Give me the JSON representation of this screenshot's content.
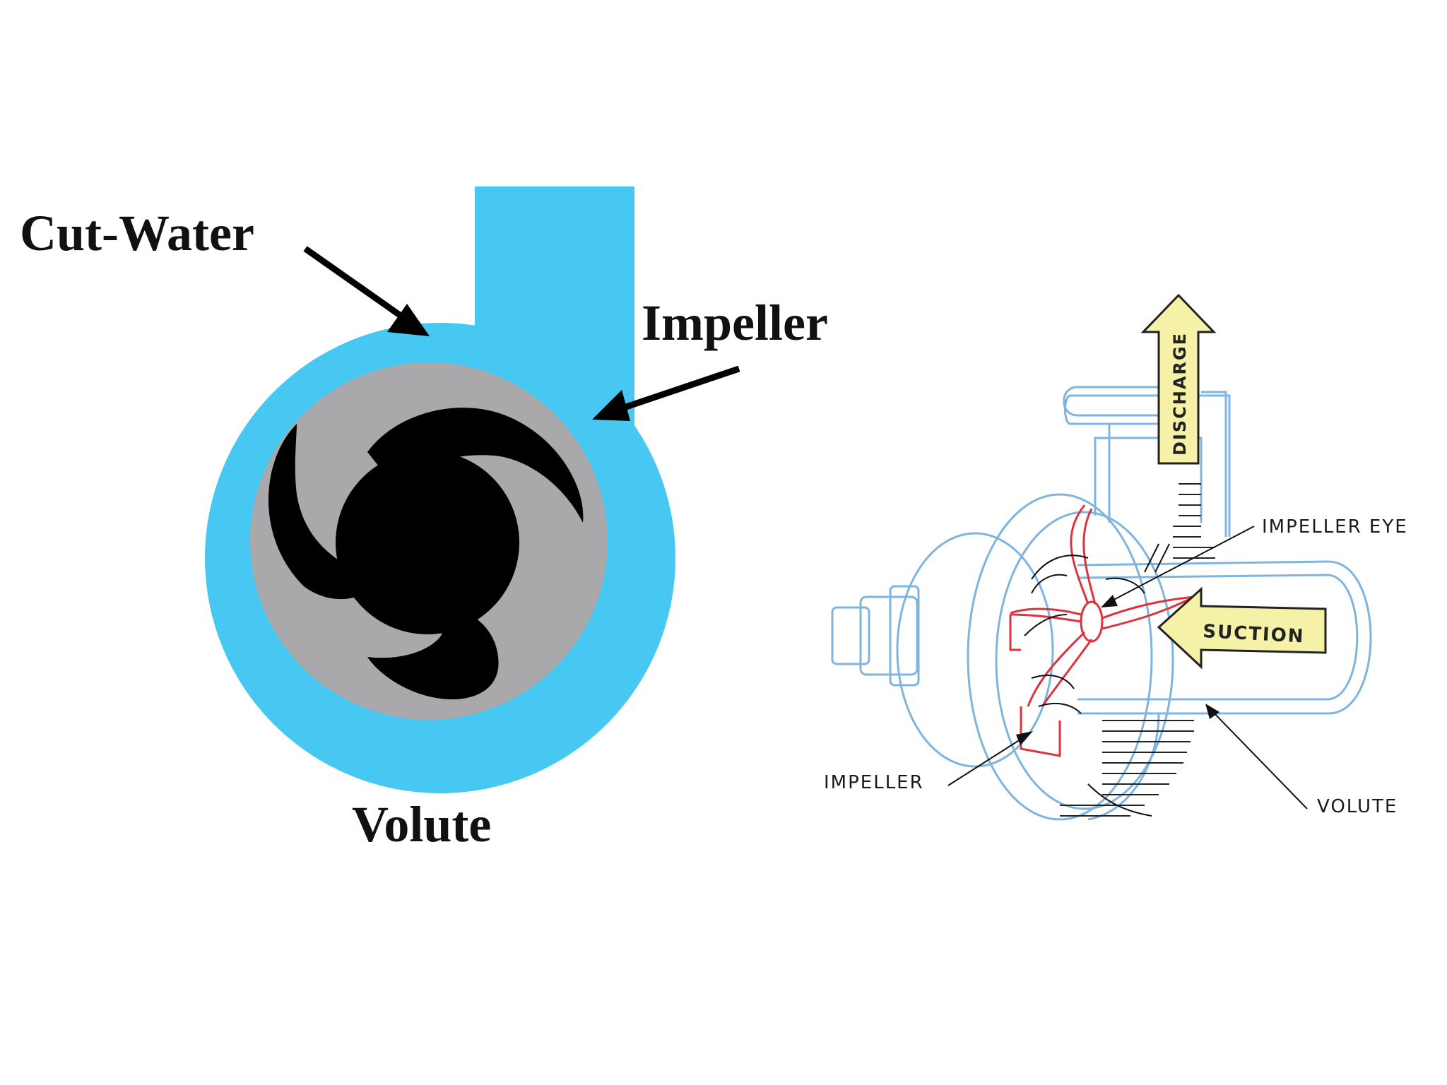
{
  "left_diagram": {
    "labels": {
      "cut_water": "Cut-Water",
      "impeller": "Impeller",
      "volute": "Volute"
    },
    "colors": {
      "volute_fill": "#46c8f2",
      "impeller_disc": "#a9a9ab",
      "impeller_blades": "#000000"
    }
  },
  "right_diagram": {
    "labels": {
      "discharge": "DISCHARGE",
      "impeller_eye": "IMPELLER EYE",
      "suction": "SUCTION",
      "impeller": "IMPELLER",
      "volute": "VOLUTE"
    },
    "colors": {
      "casing_line": "#7fb4de",
      "impeller_line": "#e0323c",
      "arrow_fill": "#f5f2a8"
    }
  }
}
